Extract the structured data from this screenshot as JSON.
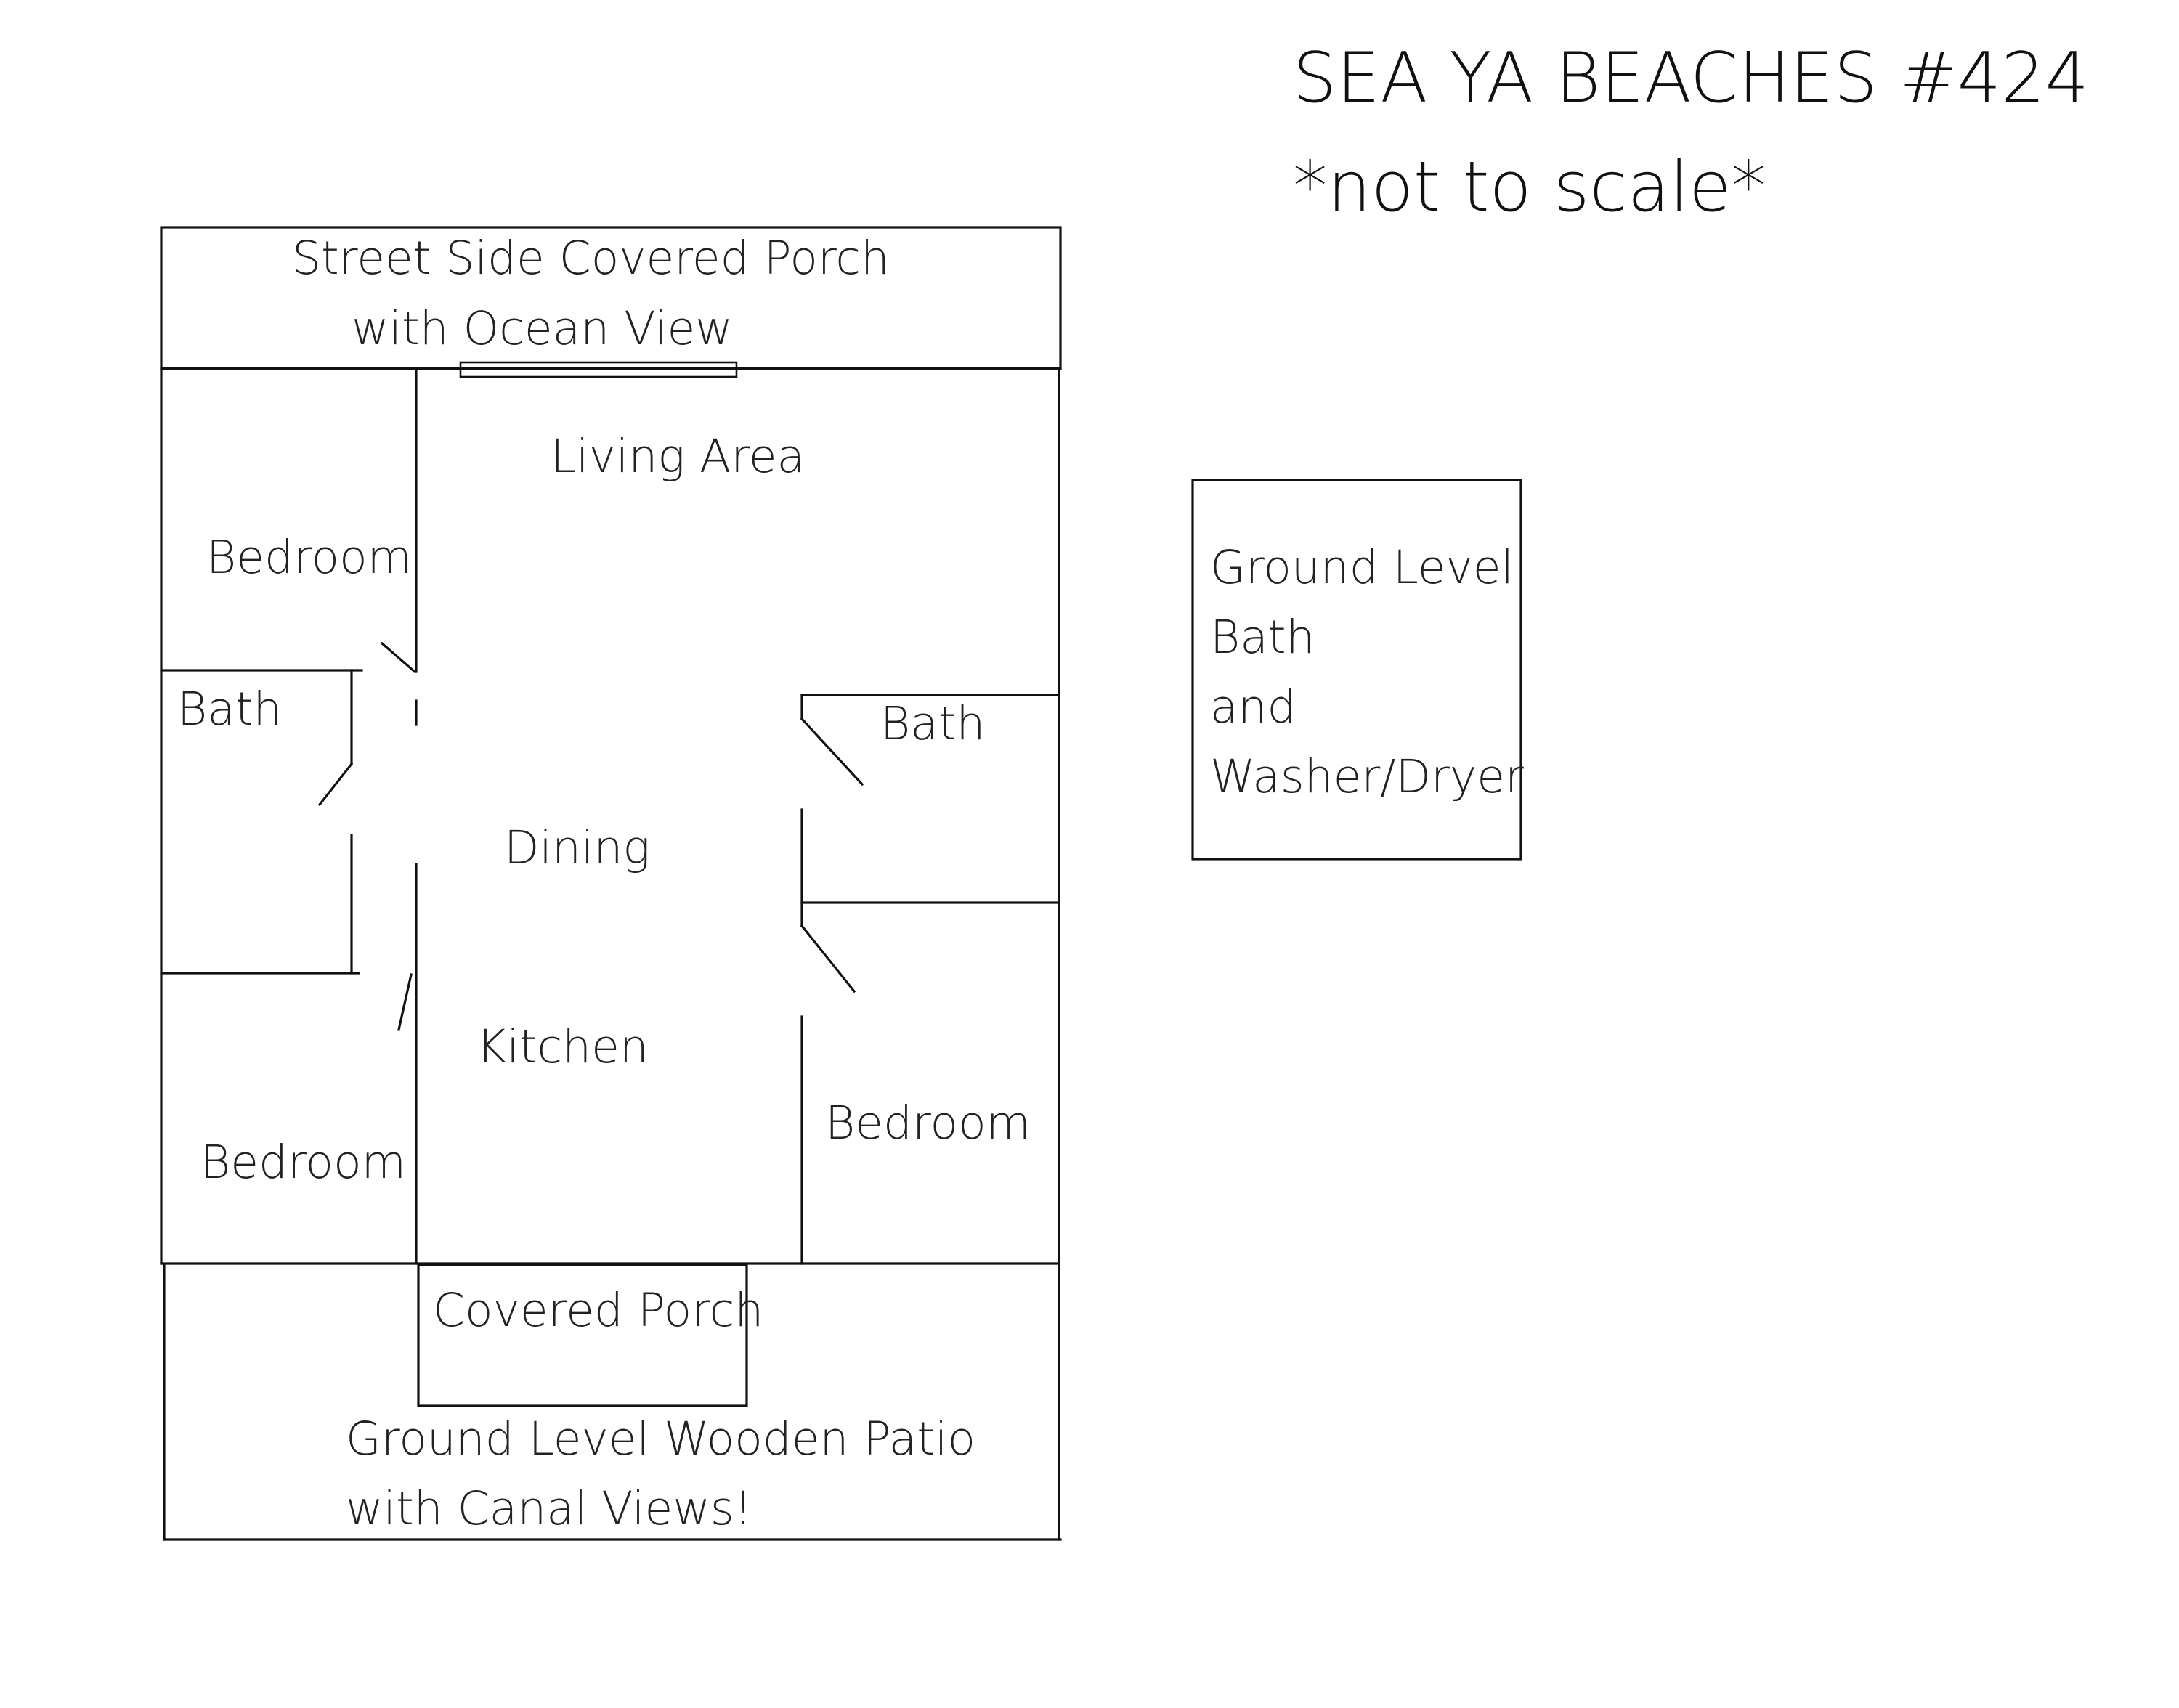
{
  "title": "SEA YA BEACHES #424",
  "subtitle": "*not to scale*",
  "rooms": {
    "street_porch": [
      "Street Side Covered Porch",
      "with Ocean View"
    ],
    "living_area": "Living Area",
    "bedroom_top_left": "Bedroom",
    "bath_left": "Bath",
    "dining": "Dining",
    "kitchen": "Kitchen",
    "bath_right": "Bath",
    "bedroom_right": "Bedroom",
    "bedroom_bottom_left": "Bedroom",
    "covered_porch": "Covered Porch",
    "patio": [
      "Ground Level Wooden Patio",
      "with Canal Views!"
    ],
    "ground_bath": [
      "Ground Level",
      "Bath",
      "and",
      "Washer/Dryer"
    ]
  }
}
